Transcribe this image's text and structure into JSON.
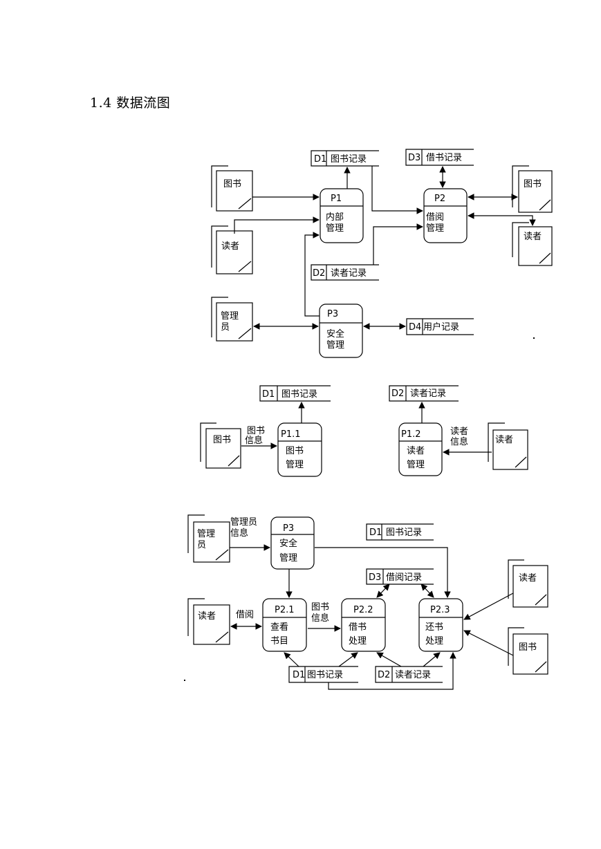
{
  "heading": "1.4 数据流图",
  "top_diagram": {
    "p1": {
      "id": "P1",
      "name": [
        "内部",
        "管理"
      ]
    },
    "p2": {
      "id": "P2",
      "name": [
        "借阅",
        "管理"
      ]
    },
    "p3": {
      "id": "P3",
      "name": [
        "安全",
        "管理"
      ]
    },
    "d1": {
      "id": "D1",
      "name": "图书记录"
    },
    "d2": {
      "id": "D2",
      "name": "读者记录"
    },
    "d3": {
      "id": "D3",
      "name": "借书记录"
    },
    "d4": {
      "id": "D4",
      "name": "用户记录"
    },
    "e_book_left": "图书",
    "e_reader_left": "读者",
    "e_admin": [
      "管理",
      "员"
    ],
    "e_book_right": "图书",
    "e_reader_right": "读者"
  },
  "middle_diagram": {
    "d1": {
      "id": "D1",
      "name": "图书记录"
    },
    "d2": {
      "id": "D2",
      "name": "读者记录"
    },
    "p11": {
      "id": "P1.1",
      "name": [
        "图书",
        "管理"
      ]
    },
    "p12": {
      "id": "P1.2",
      "name": [
        "读者",
        "管理"
      ]
    },
    "e_book": "图书",
    "e_reader": "读者",
    "flow_book": [
      "图书",
      "信息"
    ],
    "flow_reader": [
      "读者",
      "信息"
    ]
  },
  "bottom_diagram": {
    "e_admin": [
      "管理",
      "员"
    ],
    "flow_admin": [
      "管理员",
      "信息"
    ],
    "p3": {
      "id": "P3",
      "name": [
        "安全",
        "管理"
      ]
    },
    "d1_top": {
      "id": "D1",
      "name": "图书记录"
    },
    "d3": {
      "id": "D3",
      "name": "借阅记录"
    },
    "e_reader_right": "读者",
    "e_book_right": "图书",
    "e_reader_left": "读者",
    "flow_borrow": "借阅",
    "flow_book": [
      "图书",
      "信息"
    ],
    "p21": {
      "id": "P2.1",
      "name": [
        "查看",
        "书目"
      ]
    },
    "p22": {
      "id": "P2.2",
      "name": [
        "借书",
        "处理"
      ]
    },
    "p23": {
      "id": "P2.3",
      "name": [
        "还书",
        "处理"
      ]
    },
    "d1_bottom": {
      "id": "D1",
      "name": "图书记录"
    },
    "d2_bottom": {
      "id": "D2",
      "name": "读者记录"
    }
  }
}
